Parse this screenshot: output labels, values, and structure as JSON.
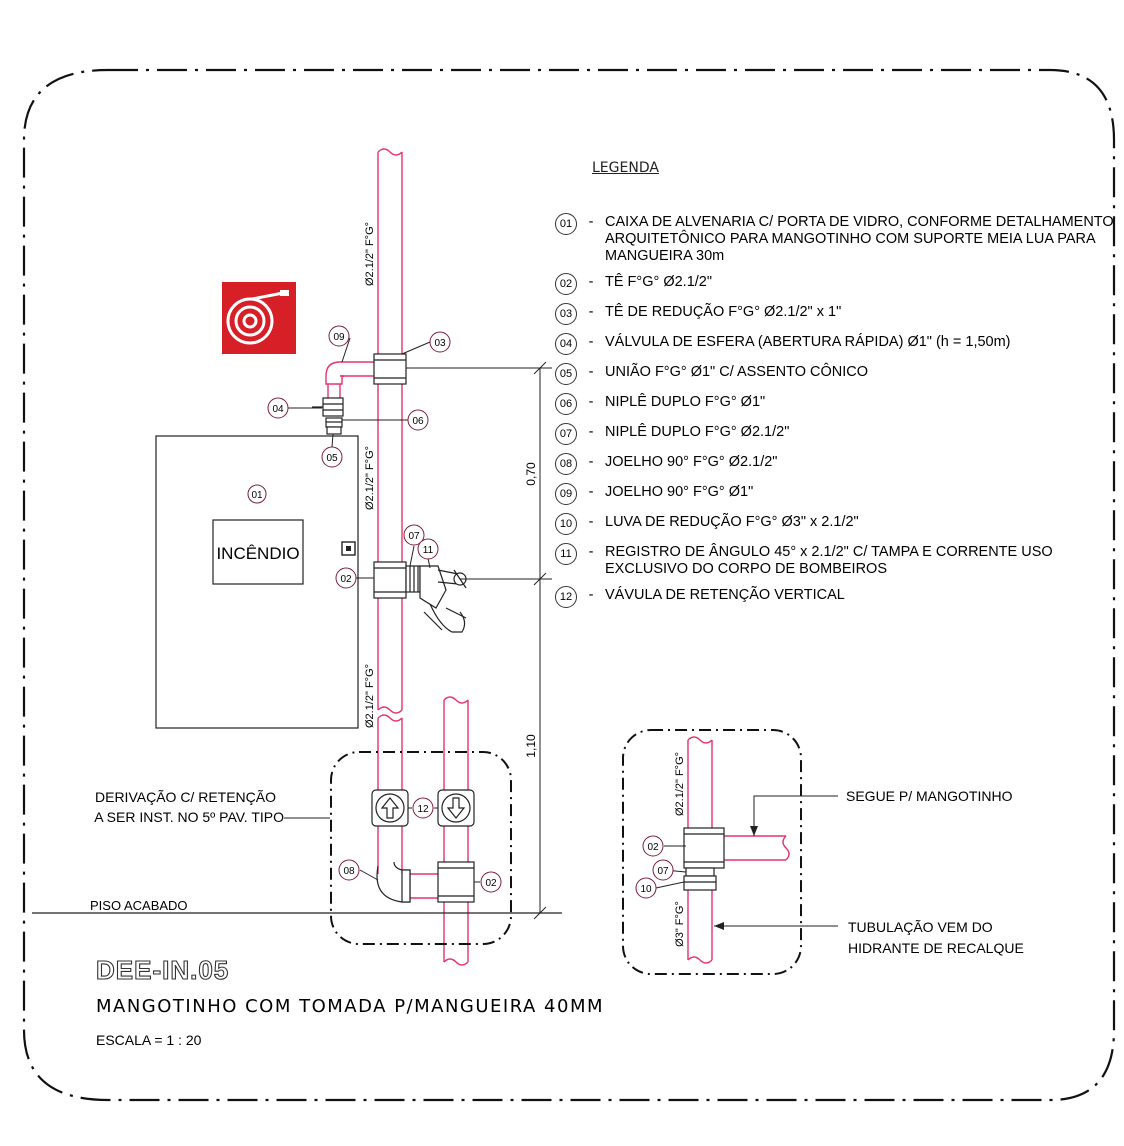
{
  "legend": {
    "title": "LEGENDA",
    "items": [
      {
        "num": "01",
        "text": "CAIXA DE ALVENARIA C/ PORTA DE VIDRO, CONFORME DETALHAMENTO ARQUITETÔNICO PARA MANGOTINHO COM SUPORTE MEIA LUA PARA MANGUEIRA 30m"
      },
      {
        "num": "02",
        "text": "TÊ  F°G° Ø2.1/2\""
      },
      {
        "num": "03",
        "text": "TÊ  DE REDUÇÃO F°G° Ø2.1/2\" x 1\""
      },
      {
        "num": "04",
        "text": "VÁLVULA DE ESFERA (ABERTURA RÁPIDA)  Ø1\" (h = 1,50m)"
      },
      {
        "num": "05",
        "text": "UNIÃO  F°G°  Ø1\"  C/ ASSENTO CÔNICO"
      },
      {
        "num": "06",
        "text": "NIPLÊ  DUPLO F°G° Ø1\""
      },
      {
        "num": "07",
        "text": "NIPLÊ  DUPLO F°G° Ø2.1/2\""
      },
      {
        "num": "08",
        "text": "JOELHO 90° F°G° Ø2.1/2\""
      },
      {
        "num": "09",
        "text": "JOELHO 90° F°G° Ø1\""
      },
      {
        "num": "10",
        "text": "LUVA DE REDUÇÃO F°G° Ø3\" x 2.1/2\""
      },
      {
        "num": "11",
        "text": "REGISTRO DE ÂNGULO  45° x 2.1/2\" C/ TAMPA E CORRENTE USO EXCLUSIVO DO CORPO DE BOMBEIROS"
      },
      {
        "num": "12",
        "text": "VÁVULA DE RETENÇÃO VERTICAL"
      }
    ]
  },
  "drawing": {
    "cabinet_label": "INCÊNDIO",
    "pipe_labels": {
      "main_top": "Ø2.1/2\" F°G°",
      "main_mid": "Ø2.1/2\" F°G°",
      "main_low": "Ø2.1/2\" F°G°",
      "right_upper": "Ø2.1/2\" F°G°",
      "right_lower": "Ø3\" F°G°"
    },
    "dimensions": {
      "upper": "0,70",
      "lower": "1,10"
    },
    "callouts": {
      "c01": "01",
      "c02": "02",
      "c03": "03",
      "c04": "04",
      "c05": "05",
      "c06": "06",
      "c07": "07",
      "c08": "08",
      "c09": "09",
      "c10": "10",
      "c11": "11",
      "c12": "12",
      "c02b": "02",
      "c02c": "02",
      "c07b": "07"
    },
    "derivacao_line1": "DERIVAÇÃO C/ RETENÇÃO",
    "derivacao_line2": "A SER INST. NO 5º PAV. TIPO",
    "floor_label": "PISO ACABADO",
    "segue_label": "SEGUE P/ MANGOTINHO",
    "tubulacao_line1": "TUBULAÇÃO VEM DO",
    "tubulacao_line2": "HIDRANTE DE RECALQUE"
  },
  "sheet": {
    "code": "DEE-IN.05",
    "title": "MANGOTINHO COM TOMADA P/MANGUEIRA 40MM",
    "scale": "ESCALA  =  1  :  20"
  },
  "colors": {
    "pipe": "#e8336a",
    "sign_bg": "#d61f26",
    "border": "#000000"
  },
  "icons": [
    "hose-reel-sign-icon",
    "valve-icon",
    "check-valve-icon"
  ]
}
